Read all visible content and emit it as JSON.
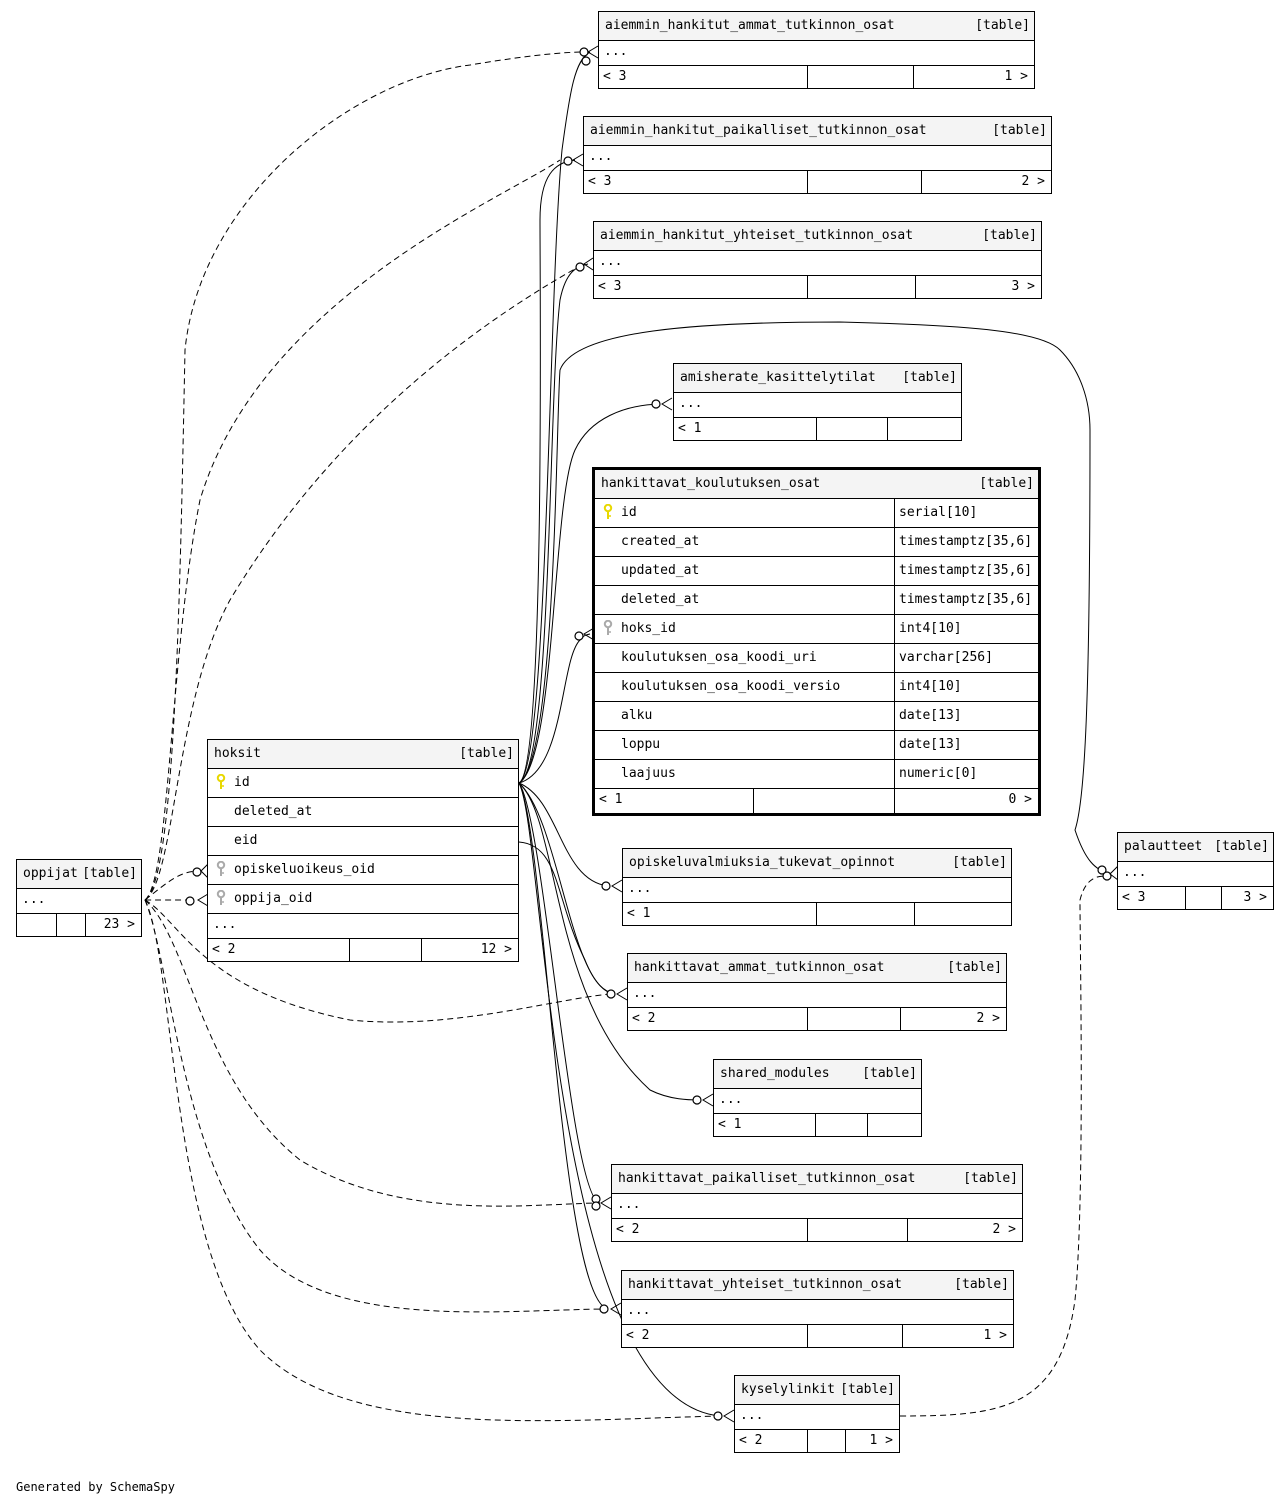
{
  "tables": {
    "aiemmin_ammat": {
      "name": "aiemmin_hankitut_ammat_tutkinnon_osat",
      "type": "[table]",
      "ellipsis": "...",
      "parents": "< 3",
      "children": "1 >"
    },
    "aiemmin_paikalliset": {
      "name": "aiemmin_hankitut_paikalliset_tutkinnon_osat",
      "type": "[table]",
      "ellipsis": "...",
      "parents": "< 3",
      "children": "2 >"
    },
    "aiemmin_yhteiset": {
      "name": "aiemmin_hankitut_yhteiset_tutkinnon_osat",
      "type": "[table]",
      "ellipsis": "...",
      "parents": "< 3",
      "children": "3 >"
    },
    "amisherate": {
      "name": "amisherate_kasittelytilat",
      "type": "[table]",
      "ellipsis": "...",
      "parents": "< 1",
      "children": ""
    },
    "hankittavat_koulutuksen": {
      "name": "hankittavat_koulutuksen_osat",
      "type": "[table]",
      "parents": "< 1",
      "children": "0 >",
      "columns": [
        {
          "name": "id",
          "type": "serial[10]",
          "key": "primary"
        },
        {
          "name": "created_at",
          "type": "timestamptz[35,6]",
          "key": ""
        },
        {
          "name": "updated_at",
          "type": "timestamptz[35,6]",
          "key": ""
        },
        {
          "name": "deleted_at",
          "type": "timestamptz[35,6]",
          "key": ""
        },
        {
          "name": "hoks_id",
          "type": "int4[10]",
          "key": "foreign"
        },
        {
          "name": "koulutuksen_osa_koodi_uri",
          "type": "varchar[256]",
          "key": ""
        },
        {
          "name": "koulutuksen_osa_koodi_versio",
          "type": "int4[10]",
          "key": ""
        },
        {
          "name": "alku",
          "type": "date[13]",
          "key": ""
        },
        {
          "name": "loppu",
          "type": "date[13]",
          "key": ""
        },
        {
          "name": "laajuus",
          "type": "numeric[0]",
          "key": ""
        }
      ]
    },
    "hoksit": {
      "name": "hoksit",
      "type": "[table]",
      "ellipsis": "...",
      "parents": "< 2",
      "children": "12 >",
      "columns": [
        {
          "name": "id",
          "key": "primary"
        },
        {
          "name": "deleted_at",
          "key": ""
        },
        {
          "name": "eid",
          "key": ""
        },
        {
          "name": "opiskeluoikeus_oid",
          "key": "foreign"
        },
        {
          "name": "oppija_oid",
          "key": "foreign"
        }
      ]
    },
    "oppijat": {
      "name": "oppijat",
      "type": "[table]",
      "ellipsis": "...",
      "parents": "",
      "children": "23 >"
    },
    "opiskeluvalmiuksia": {
      "name": "opiskeluvalmiuksia_tukevat_opinnot",
      "type": "[table]",
      "ellipsis": "...",
      "parents": "< 1",
      "children": ""
    },
    "hankittavat_ammat": {
      "name": "hankittavat_ammat_tutkinnon_osat",
      "type": "[table]",
      "ellipsis": "...",
      "parents": "< 2",
      "children": "2 >"
    },
    "shared_modules": {
      "name": "shared_modules",
      "type": "[table]",
      "ellipsis": "...",
      "parents": "< 1",
      "children": ""
    },
    "hankittavat_paikalliset": {
      "name": "hankittavat_paikalliset_tutkinnon_osat",
      "type": "[table]",
      "ellipsis": "...",
      "parents": "< 2",
      "children": "2 >"
    },
    "hankittavat_yhteiset": {
      "name": "hankittavat_yhteiset_tutkinnon_osat",
      "type": "[table]",
      "ellipsis": "...",
      "parents": "< 2",
      "children": "1 >"
    },
    "kyselylinkit": {
      "name": "kyselylinkit",
      "type": "[table]",
      "ellipsis": "...",
      "parents": "< 2",
      "children": "1 >"
    },
    "palautteet": {
      "name": "palautteet",
      "type": "[table]",
      "ellipsis": "...",
      "parents": "< 3",
      "children": "3 >"
    }
  },
  "footer": {
    "credit": "Generated by SchemaSpy"
  },
  "colors": {
    "primary_key": "#e8d800",
    "foreign_key": "#aaaaaa",
    "header_bg": "#f4f4f4"
  }
}
